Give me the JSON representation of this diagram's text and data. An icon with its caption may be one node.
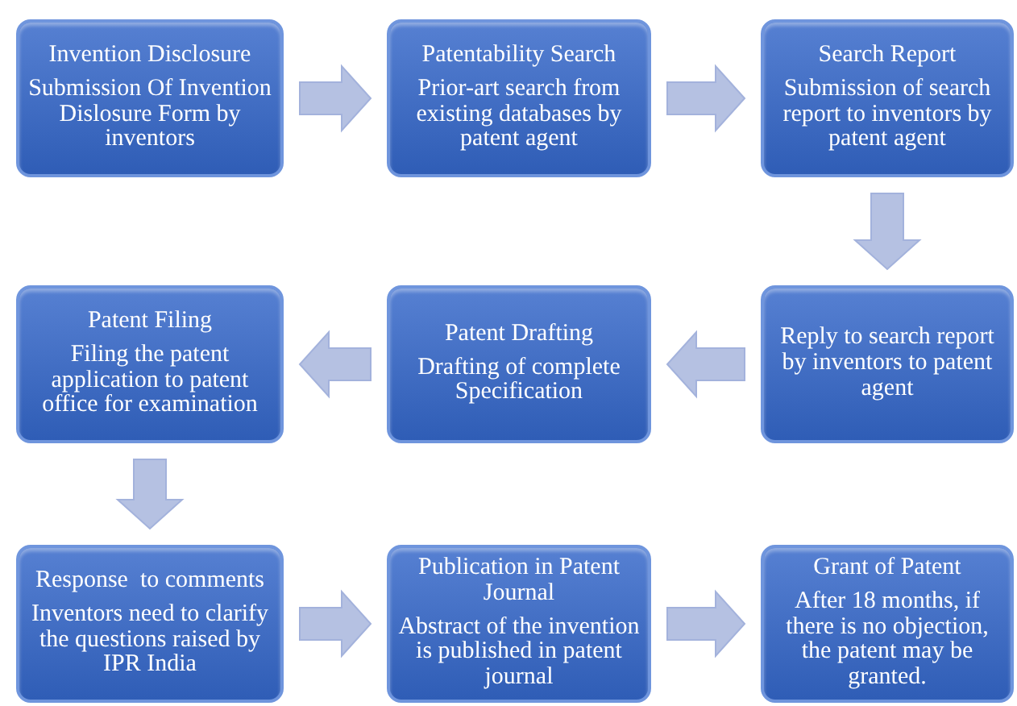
{
  "diagram": {
    "nodes": [
      {
        "text": [
          "Invention Disclosure",
          "Submission Of Invention Dislosure Form by inventors"
        ]
      },
      {
        "text": [
          "Patentability Search",
          "Prior-art search from existing databases by patent agent"
        ]
      },
      {
        "text": [
          "Search Report",
          "Submission of search report to inventors by patent agent"
        ]
      },
      {
        "text": [
          "Reply to search report by inventors to patent agent"
        ]
      },
      {
        "text": [
          "Patent Drafting",
          "Drafting of complete Specification"
        ]
      },
      {
        "text": [
          "Patent Filing",
          "Filing the patent application to patent office for examination"
        ]
      },
      {
        "text": [
          "Response  to comments",
          "Inventors need to clarify the questions raised by IPR India"
        ]
      },
      {
        "text": [
          "Publication in Patent Journal",
          "Abstract of the invention is published in patent journal"
        ]
      },
      {
        "text": [
          "Grant of Patent",
          "After 18 months, if there is no objection, the patent may be granted."
        ]
      }
    ],
    "edges": [
      {
        "from": 0,
        "to": 1,
        "arrow": "to"
      },
      {
        "from": 1,
        "to": 2,
        "arrow": "to"
      },
      {
        "from": 2,
        "to": 3,
        "arrow": "to"
      },
      {
        "from": 3,
        "to": 4,
        "arrow": "to"
      },
      {
        "from": 4,
        "to": 5,
        "arrow": "to"
      },
      {
        "from": 5,
        "to": 6,
        "arrow": "to"
      },
      {
        "from": 6,
        "to": 7,
        "arrow": "to"
      },
      {
        "from": 7,
        "to": 8,
        "arrow": "to"
      }
    ]
  }
}
